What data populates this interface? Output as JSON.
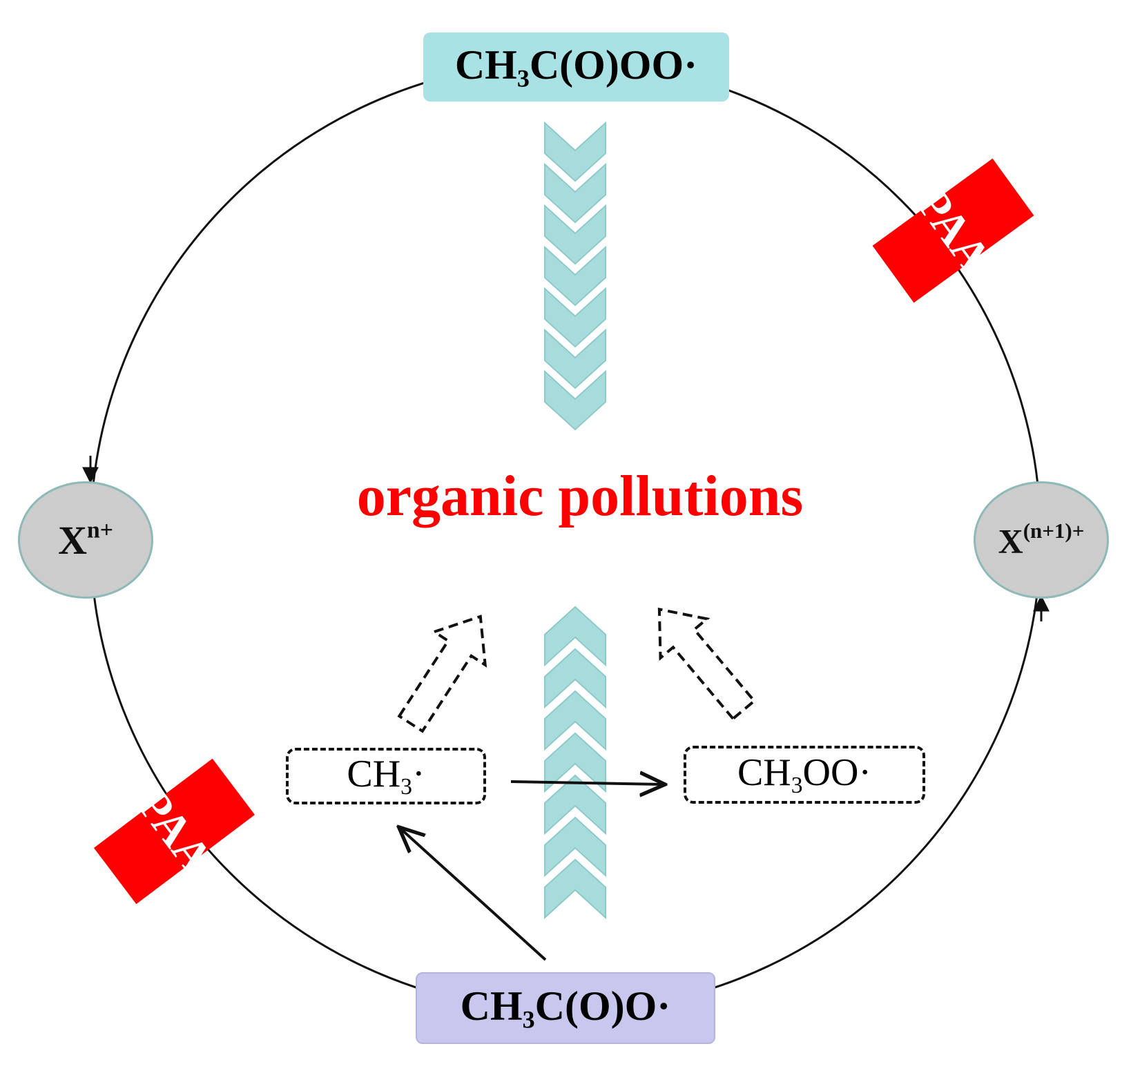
{
  "colors": {
    "chevron": "#a8dcdc",
    "chevron_stroke": "#8ccaca",
    "top_box": "#a8e2e4",
    "bottom_box": "#c8c8ee",
    "paa": "#ff0000",
    "title": "#ff0000",
    "oval": "#cccccc",
    "line": "#111111"
  },
  "top_radical": {
    "main": "CH",
    "sub": "3",
    "rest": "C(O)OO·"
  },
  "bottom_radical": {
    "main": "CH",
    "sub": "3",
    "rest": "C(O)O·"
  },
  "center_title": "organic pollutions",
  "left_ion": {
    "main": "X",
    "sup": "n+"
  },
  "right_ion": {
    "main": "X",
    "sup": "(n+1)+"
  },
  "paa_label_upper": "PAA",
  "paa_label_lower": "PAA",
  "methyl_radical": {
    "main": "CH",
    "sub": "3",
    "rest": "·"
  },
  "methylperoxy_radical": {
    "main": "CH",
    "sub": "3",
    "rest": "OO·"
  }
}
